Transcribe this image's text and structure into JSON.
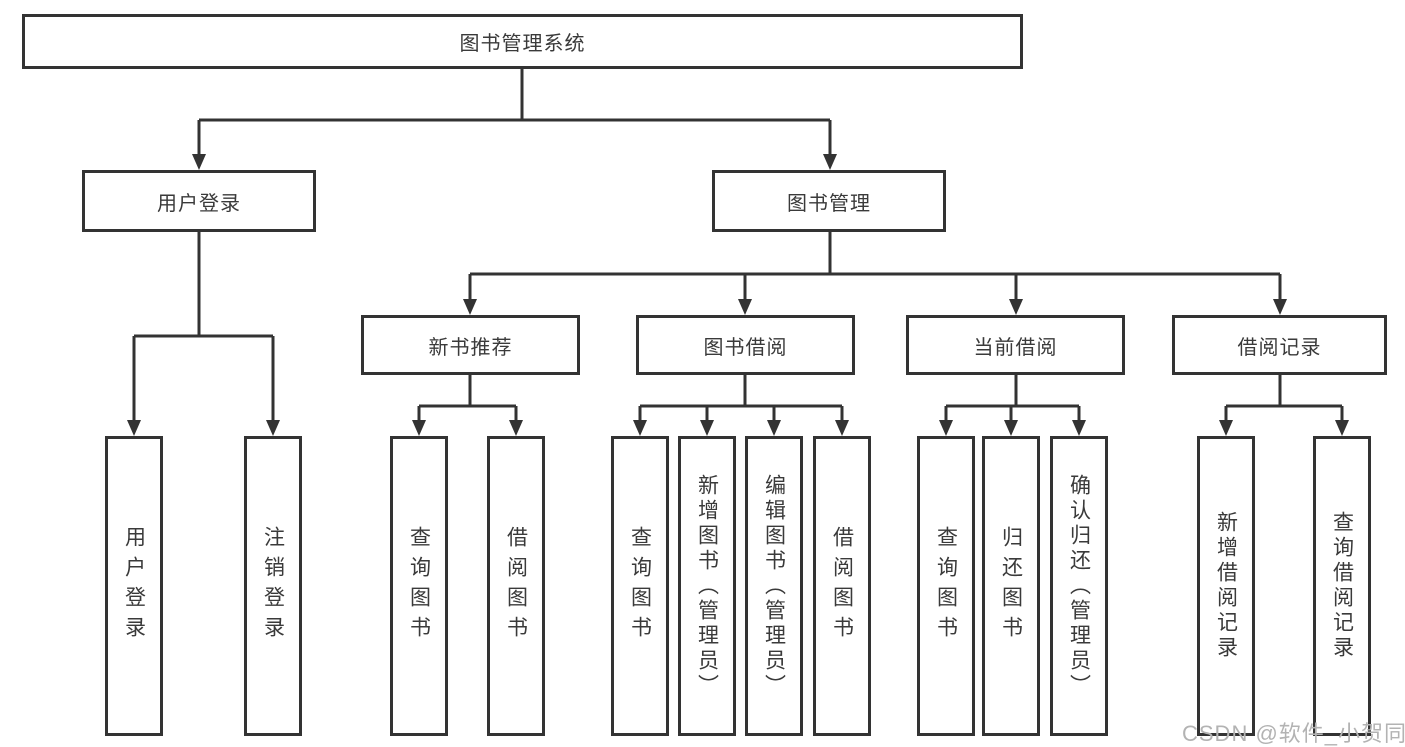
{
  "diagram": {
    "title": "图书管理系统",
    "root": {
      "label": "图书管理系统"
    },
    "level2": [
      {
        "label": "用户登录"
      },
      {
        "label": "图书管理"
      }
    ],
    "level3": [
      {
        "label": "新书推荐",
        "parent": "图书管理"
      },
      {
        "label": "图书借阅",
        "parent": "图书管理"
      },
      {
        "label": "当前借阅",
        "parent": "图书管理"
      },
      {
        "label": "借阅记录",
        "parent": "图书管理"
      }
    ],
    "leaves": [
      {
        "label": "用户登录",
        "parent": "用户登录"
      },
      {
        "label": "注销登录",
        "parent": "用户登录"
      },
      {
        "label": "查询图书",
        "parent": "新书推荐"
      },
      {
        "label": "借阅图书",
        "parent": "新书推荐"
      },
      {
        "label": "查询图书",
        "parent": "图书借阅"
      },
      {
        "label": "新增图书（管理员）",
        "parent": "图书借阅"
      },
      {
        "label": "编辑图书（管理员）",
        "parent": "图书借阅"
      },
      {
        "label": "借阅图书",
        "parent": "图书借阅"
      },
      {
        "label": "查询图书",
        "parent": "当前借阅"
      },
      {
        "label": "归还图书",
        "parent": "当前借阅"
      },
      {
        "label": "确认归还（管理员）",
        "parent": "当前借阅"
      },
      {
        "label": "新增借阅记录",
        "parent": "借阅记录"
      },
      {
        "label": "查询借阅记录",
        "parent": "借阅记录"
      }
    ]
  },
  "watermark": {
    "text": "CSDN @软件_小贺同学"
  },
  "colors": {
    "line": "#333333",
    "box_border": "#333333",
    "box_bg": "#ffffff",
    "text": "#3a3a3a",
    "watermark": "#b3b3b3"
  }
}
